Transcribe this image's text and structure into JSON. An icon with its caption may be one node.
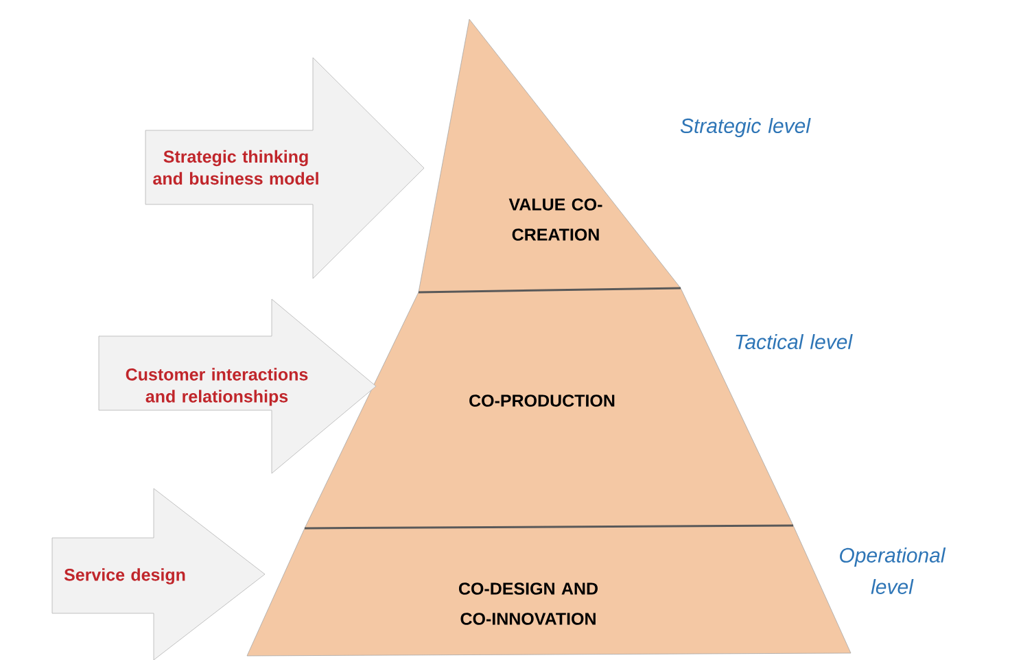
{
  "diagram": {
    "nodes": [
      {
        "text": [
          "VALUE CO-CREATION"
        ]
      },
      {
        "text": [
          "CO-PRODUCTION"
        ]
      },
      {
        "text": [
          "CO-DESIGN AND CO-INNOVATION"
        ]
      }
    ],
    "edges": [
      {
        "from": null,
        "to": 0,
        "arrow": "to",
        "label": "Strategic thinking and business model"
      },
      {
        "from": null,
        "to": 1,
        "arrow": "to",
        "label": "Customer interactions and relationships"
      },
      {
        "from": null,
        "to": 2,
        "arrow": "to",
        "label": "Service design"
      }
    ],
    "labels": [
      "Strategic level",
      "Tactical level",
      "Operational level"
    ]
  }
}
